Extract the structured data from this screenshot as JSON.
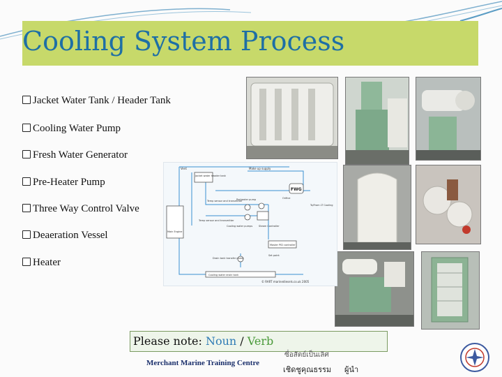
{
  "slide": {
    "title": "Cooling System Process",
    "bullets": [
      "Jacket Water Tank / Header Tank",
      "Cooling Water Pump",
      "Fresh Water Generator",
      "Pre-Heater Pump",
      "Three Way Control Valve",
      "Deaeration Vessel",
      "Heater"
    ],
    "note": {
      "prefix": "Please note: ",
      "noun": "Noun",
      "sep": " / ",
      "verb": "Verb"
    },
    "footer": {
      "centre": "Merchant Marine Training Centre",
      "thai_top": "ซื่อสัตย์เป็นเลิศ",
      "thai_bottom": "เชิดชูคุณธรรม",
      "thai_right": "ผู้นำ"
    },
    "diagram": {
      "labels": [
        "Vent",
        "Jacket water header tank",
        "Make up supply",
        "FWG",
        "Temp sensor and transmitter",
        "Preheater pump",
        "Orifice",
        "To/From LT Cooling",
        "Main Engine",
        "Temp sensor and transmitter",
        "Cooling water pumps",
        "Steam Controller",
        "Master PID controller",
        "Set point",
        "Drain tank transfer pump",
        "Cooling water drain tank",
        "© RART marinediesels.co.uk 2005"
      ]
    },
    "colors": {
      "title_bar": "#c7d96a",
      "title_text": "#1e6fa5",
      "noun": "#2e7bb5",
      "verb": "#4a9a3a",
      "note_bg": "#eef5ea"
    }
  }
}
